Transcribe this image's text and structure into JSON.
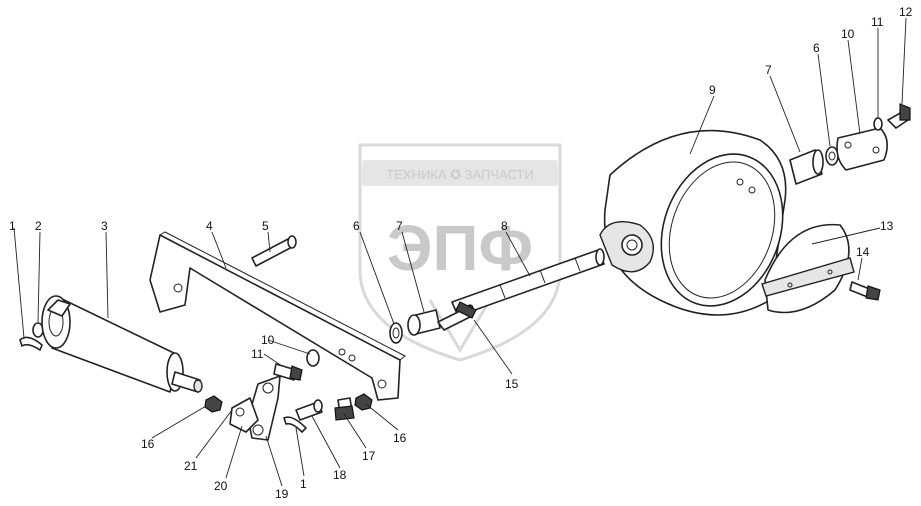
{
  "watermark": {
    "company_line": "ТЕХНИКА ✪ ЗАПЧАСТИ",
    "logo_letters": "ЭПФ"
  },
  "callouts": [
    {
      "id": "c1a",
      "label": "1"
    },
    {
      "id": "c2",
      "label": "2"
    },
    {
      "id": "c3",
      "label": "3"
    },
    {
      "id": "c4",
      "label": "4"
    },
    {
      "id": "c5",
      "label": "5"
    },
    {
      "id": "c6a",
      "label": "6"
    },
    {
      "id": "c7a",
      "label": "7"
    },
    {
      "id": "c8",
      "label": "8"
    },
    {
      "id": "c9",
      "label": "9"
    },
    {
      "id": "c7b",
      "label": "7"
    },
    {
      "id": "c6b",
      "label": "6"
    },
    {
      "id": "c10a",
      "label": "10"
    },
    {
      "id": "c11a",
      "label": "11"
    },
    {
      "id": "c12",
      "label": "12"
    },
    {
      "id": "c13",
      "label": "13"
    },
    {
      "id": "c14",
      "label": "14"
    },
    {
      "id": "c15",
      "label": "15"
    },
    {
      "id": "c10b",
      "label": "10"
    },
    {
      "id": "c11b",
      "label": "11"
    },
    {
      "id": "c16a",
      "label": "16"
    },
    {
      "id": "c16b",
      "label": "16"
    },
    {
      "id": "c17",
      "label": "17"
    },
    {
      "id": "c18",
      "label": "18"
    },
    {
      "id": "c1b",
      "label": "1"
    },
    {
      "id": "c19",
      "label": "19"
    },
    {
      "id": "c20",
      "label": "20"
    },
    {
      "id": "c21",
      "label": "21"
    }
  ]
}
